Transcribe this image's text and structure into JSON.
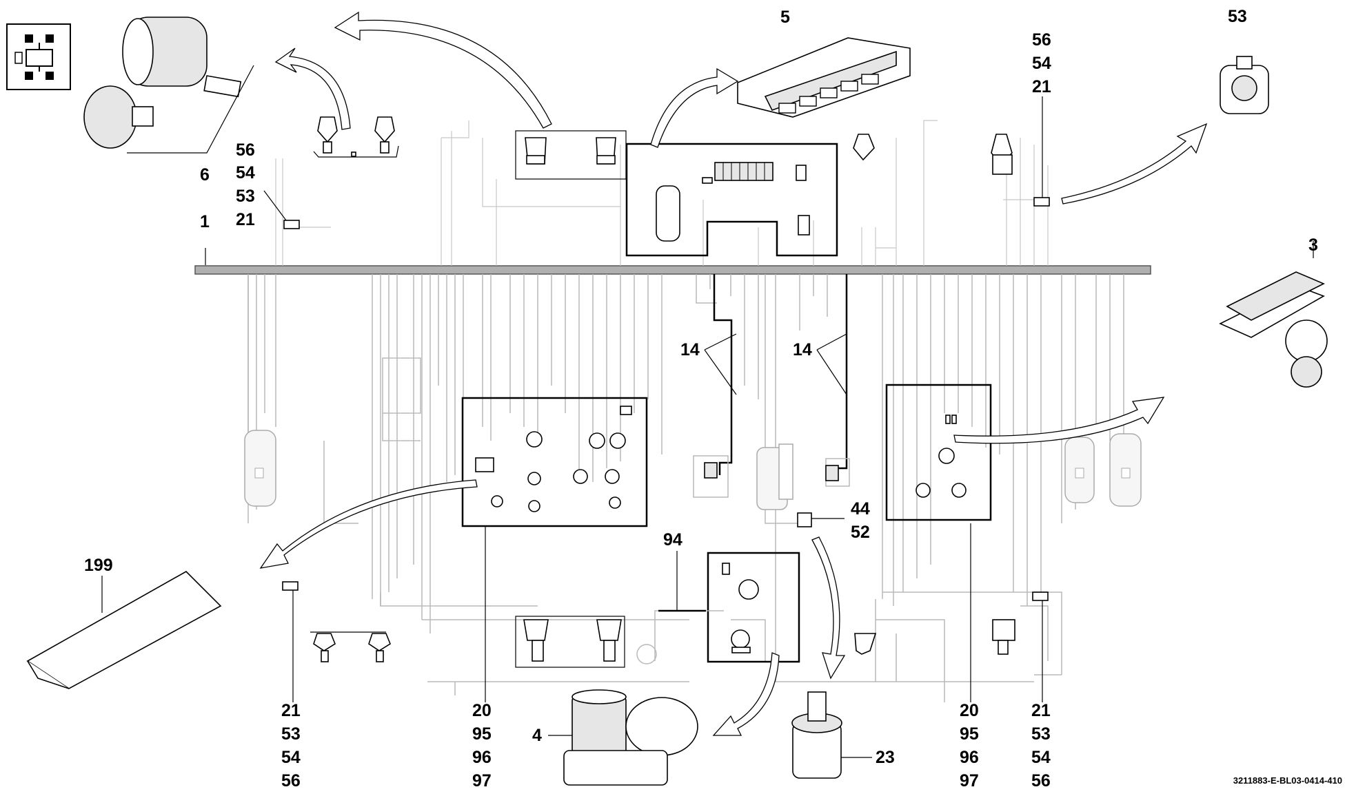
{
  "diagram": {
    "reference_code": "3211883-E-BL03-0414-410",
    "labels": {
      "l1": "1",
      "l3": "3",
      "l4": "4",
      "l5": "5",
      "l6": "6",
      "l14a": "14",
      "l14b": "14",
      "l23": "23",
      "l44": "44",
      "l52": "52",
      "l53": "53",
      "l94": "94",
      "l199": "199"
    },
    "stacks": {
      "top_left": [
        "56",
        "54",
        "53",
        "21"
      ],
      "top_right": [
        "56",
        "54",
        "21"
      ],
      "bottom_left": [
        "21",
        "53",
        "54",
        "56"
      ],
      "bottom_mid": [
        "20",
        "95",
        "96",
        "97"
      ],
      "bottom_right_a": [
        "20",
        "95",
        "96",
        "97"
      ],
      "bottom_right_b": [
        "21",
        "53",
        "54",
        "56"
      ]
    },
    "icons": [
      "axle-layout-icon"
    ]
  }
}
